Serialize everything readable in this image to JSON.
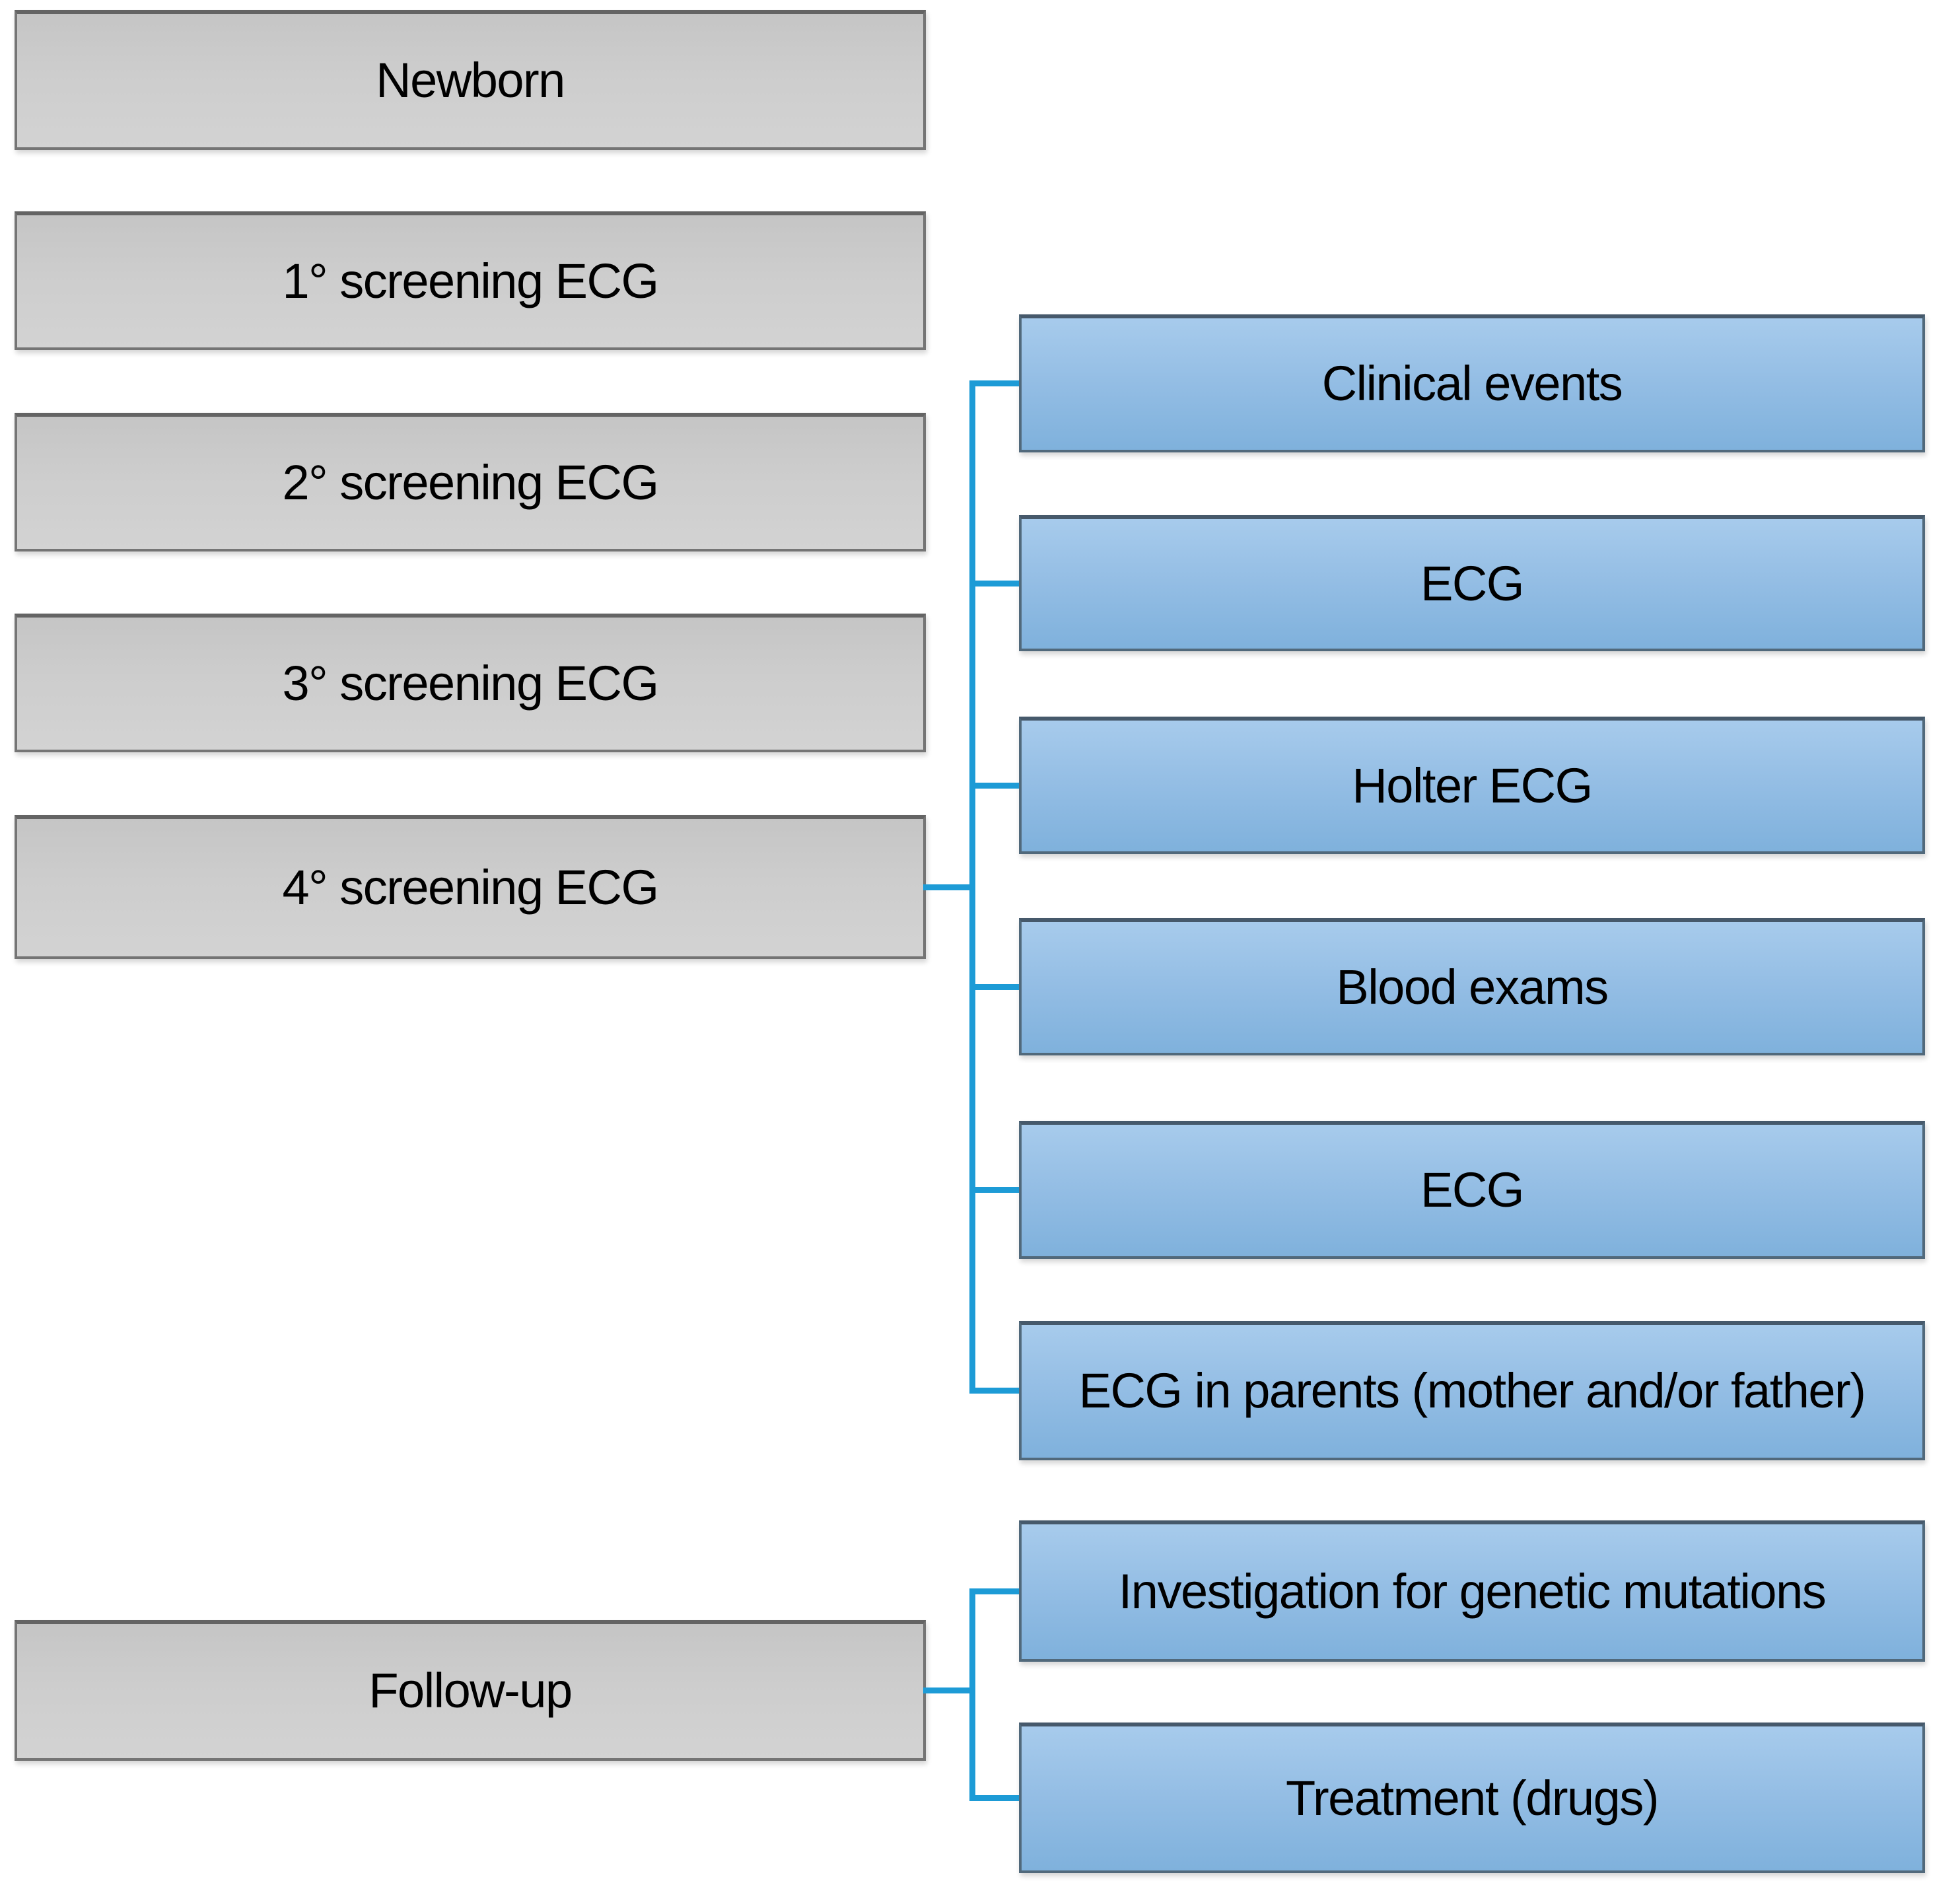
{
  "flowchart": {
    "timeline_boxes": [
      {
        "label": "Newborn"
      },
      {
        "label": "1° screening ECG"
      },
      {
        "label": "2° screening ECG"
      },
      {
        "label": "3° screening ECG"
      },
      {
        "label": "4° screening ECG"
      },
      {
        "label": "Follow-up"
      }
    ],
    "screening_children": [
      {
        "label": "Clinical events"
      },
      {
        "label": "ECG"
      },
      {
        "label": "Holter ECG"
      },
      {
        "label": "Blood exams"
      },
      {
        "label": "ECG"
      },
      {
        "label": "ECG in parents (mother and/or father)"
      }
    ],
    "followup_children": [
      {
        "label": "Investigation for genetic mutations"
      },
      {
        "label": "Treatment (drugs)"
      }
    ],
    "colors": {
      "connector_blue": "#1d9bd6",
      "gray_box_fill_top": "#c5c5c5",
      "gray_box_fill_bottom": "#d3d3d3",
      "gray_box_border": "#757575",
      "blue_box_fill_top": "#a7cbec",
      "blue_box_fill_bottom": "#7fb1dc",
      "blue_box_border": "#51697b",
      "text_color": "#000000"
    }
  }
}
